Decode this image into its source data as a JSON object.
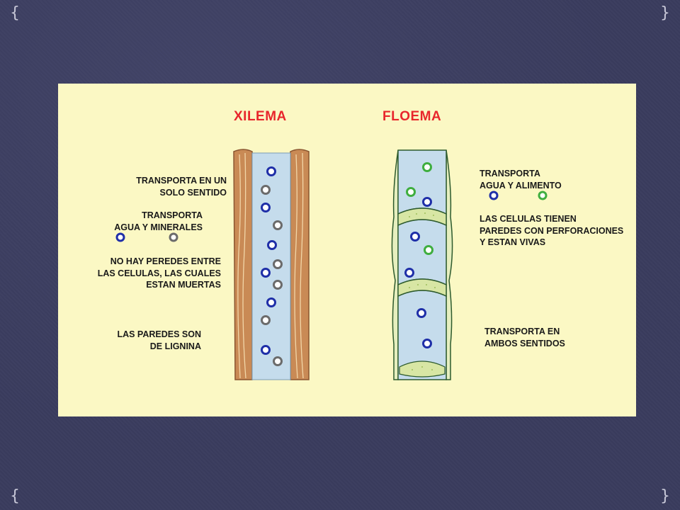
{
  "slide": {
    "background_color": "#3a3c5e",
    "panel_color": "#fbf8c4",
    "accent_heading_color": "#e8262c"
  },
  "xylem": {
    "heading": "XILEMA",
    "labels": [
      "TRANSPORTA EN UN\nSOLO SENTIDO",
      "TRANSPORTA\nAGUA Y MINERALES",
      "NO HAY PEREDES ENTRE\nLAS CELULAS, LAS CUALES\nESTAN MUERTAS",
      "LAS PAREDES SON\nDE LIGNINA"
    ],
    "legend_icons": [
      "blue-particle-icon",
      "gray-particle-icon"
    ]
  },
  "phloem": {
    "heading": "FLOEMA",
    "labels": [
      "TRANSPORTA\nAGUA Y ALIMENTO",
      "LAS CELULAS TIENEN\nPAREDES CON PERFORACIONES\nY ESTAN VIVAS",
      "TRANSPORTA EN\nAMBOS SENTIDOS"
    ],
    "legend_icons": [
      "blue-particle-icon",
      "green-particle-icon"
    ]
  },
  "colors": {
    "wood_wall": "#c98a55",
    "wood_grain": "#f2d6a8",
    "vessel_fill": "#c5dcec",
    "blue_particle": "#1f2fa8",
    "gray_particle": "#6b6b6b",
    "green_particle": "#3fae3f",
    "sieve_plate": "#d8e6a4"
  }
}
